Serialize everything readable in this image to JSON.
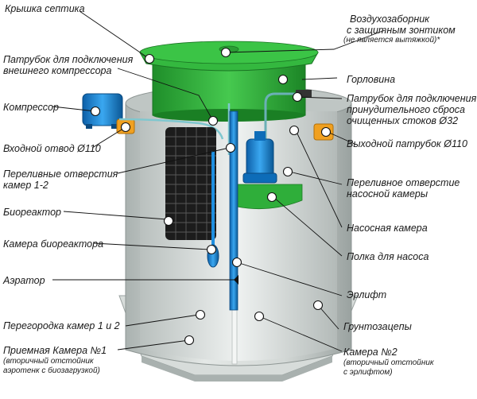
{
  "labels": {
    "lid": "Крышка септика",
    "air_intake_1": "Воздухозаборник",
    "air_intake_2": "с защитным зонтиком",
    "air_intake_note": "(не является вытяжкой)*",
    "compressor_pipe_1": "Патрубок для подключения",
    "compressor_pipe_2": "внешнего компрессора",
    "neck": "Горловина",
    "compressor": "Компрессор",
    "discharge_pipe_1": "Патрубок для подключения",
    "discharge_pipe_2": "принудительного сброса",
    "discharge_pipe_3": "очищенных стоков Ø32",
    "inlet": "Входной отвод Ø110",
    "outlet": "Выходной  патрубок Ø110",
    "overflow_12_1": "Переливные отверстия",
    "overflow_12_2": "камер 1-2",
    "overflow_pump_1": "Переливное отверстие",
    "overflow_pump_2": "насосной камеры",
    "bioreactor": "Биореактор",
    "pump_chamber": "Насосная камера",
    "bioreactor_chamber": "Камера биореактора",
    "pump_shelf": "Полка для насоса",
    "aerator": "Аэратор",
    "airlift": "Эрлифт",
    "partition": "Перегородка камер 1 и 2",
    "ground_anchors": "Грунтозацепы",
    "chamber1_1": "Приемная Камера №1",
    "chamber1_2": "(вторичный отстойник",
    "chamber1_3": "аэротенк с биозагрузкой)",
    "chamber2_1": "Камера №2",
    "chamber2_2": "(вторичный отстойник",
    "chamber2_3": "с эрлифтом)"
  },
  "colors": {
    "lid_green": "#2fae3a",
    "body_grey": "#c9cfcd",
    "compressor_blue": "#1e8fe0",
    "pipe_orange": "#f0a020",
    "bioreactor_black": "#1c1c1c"
  }
}
